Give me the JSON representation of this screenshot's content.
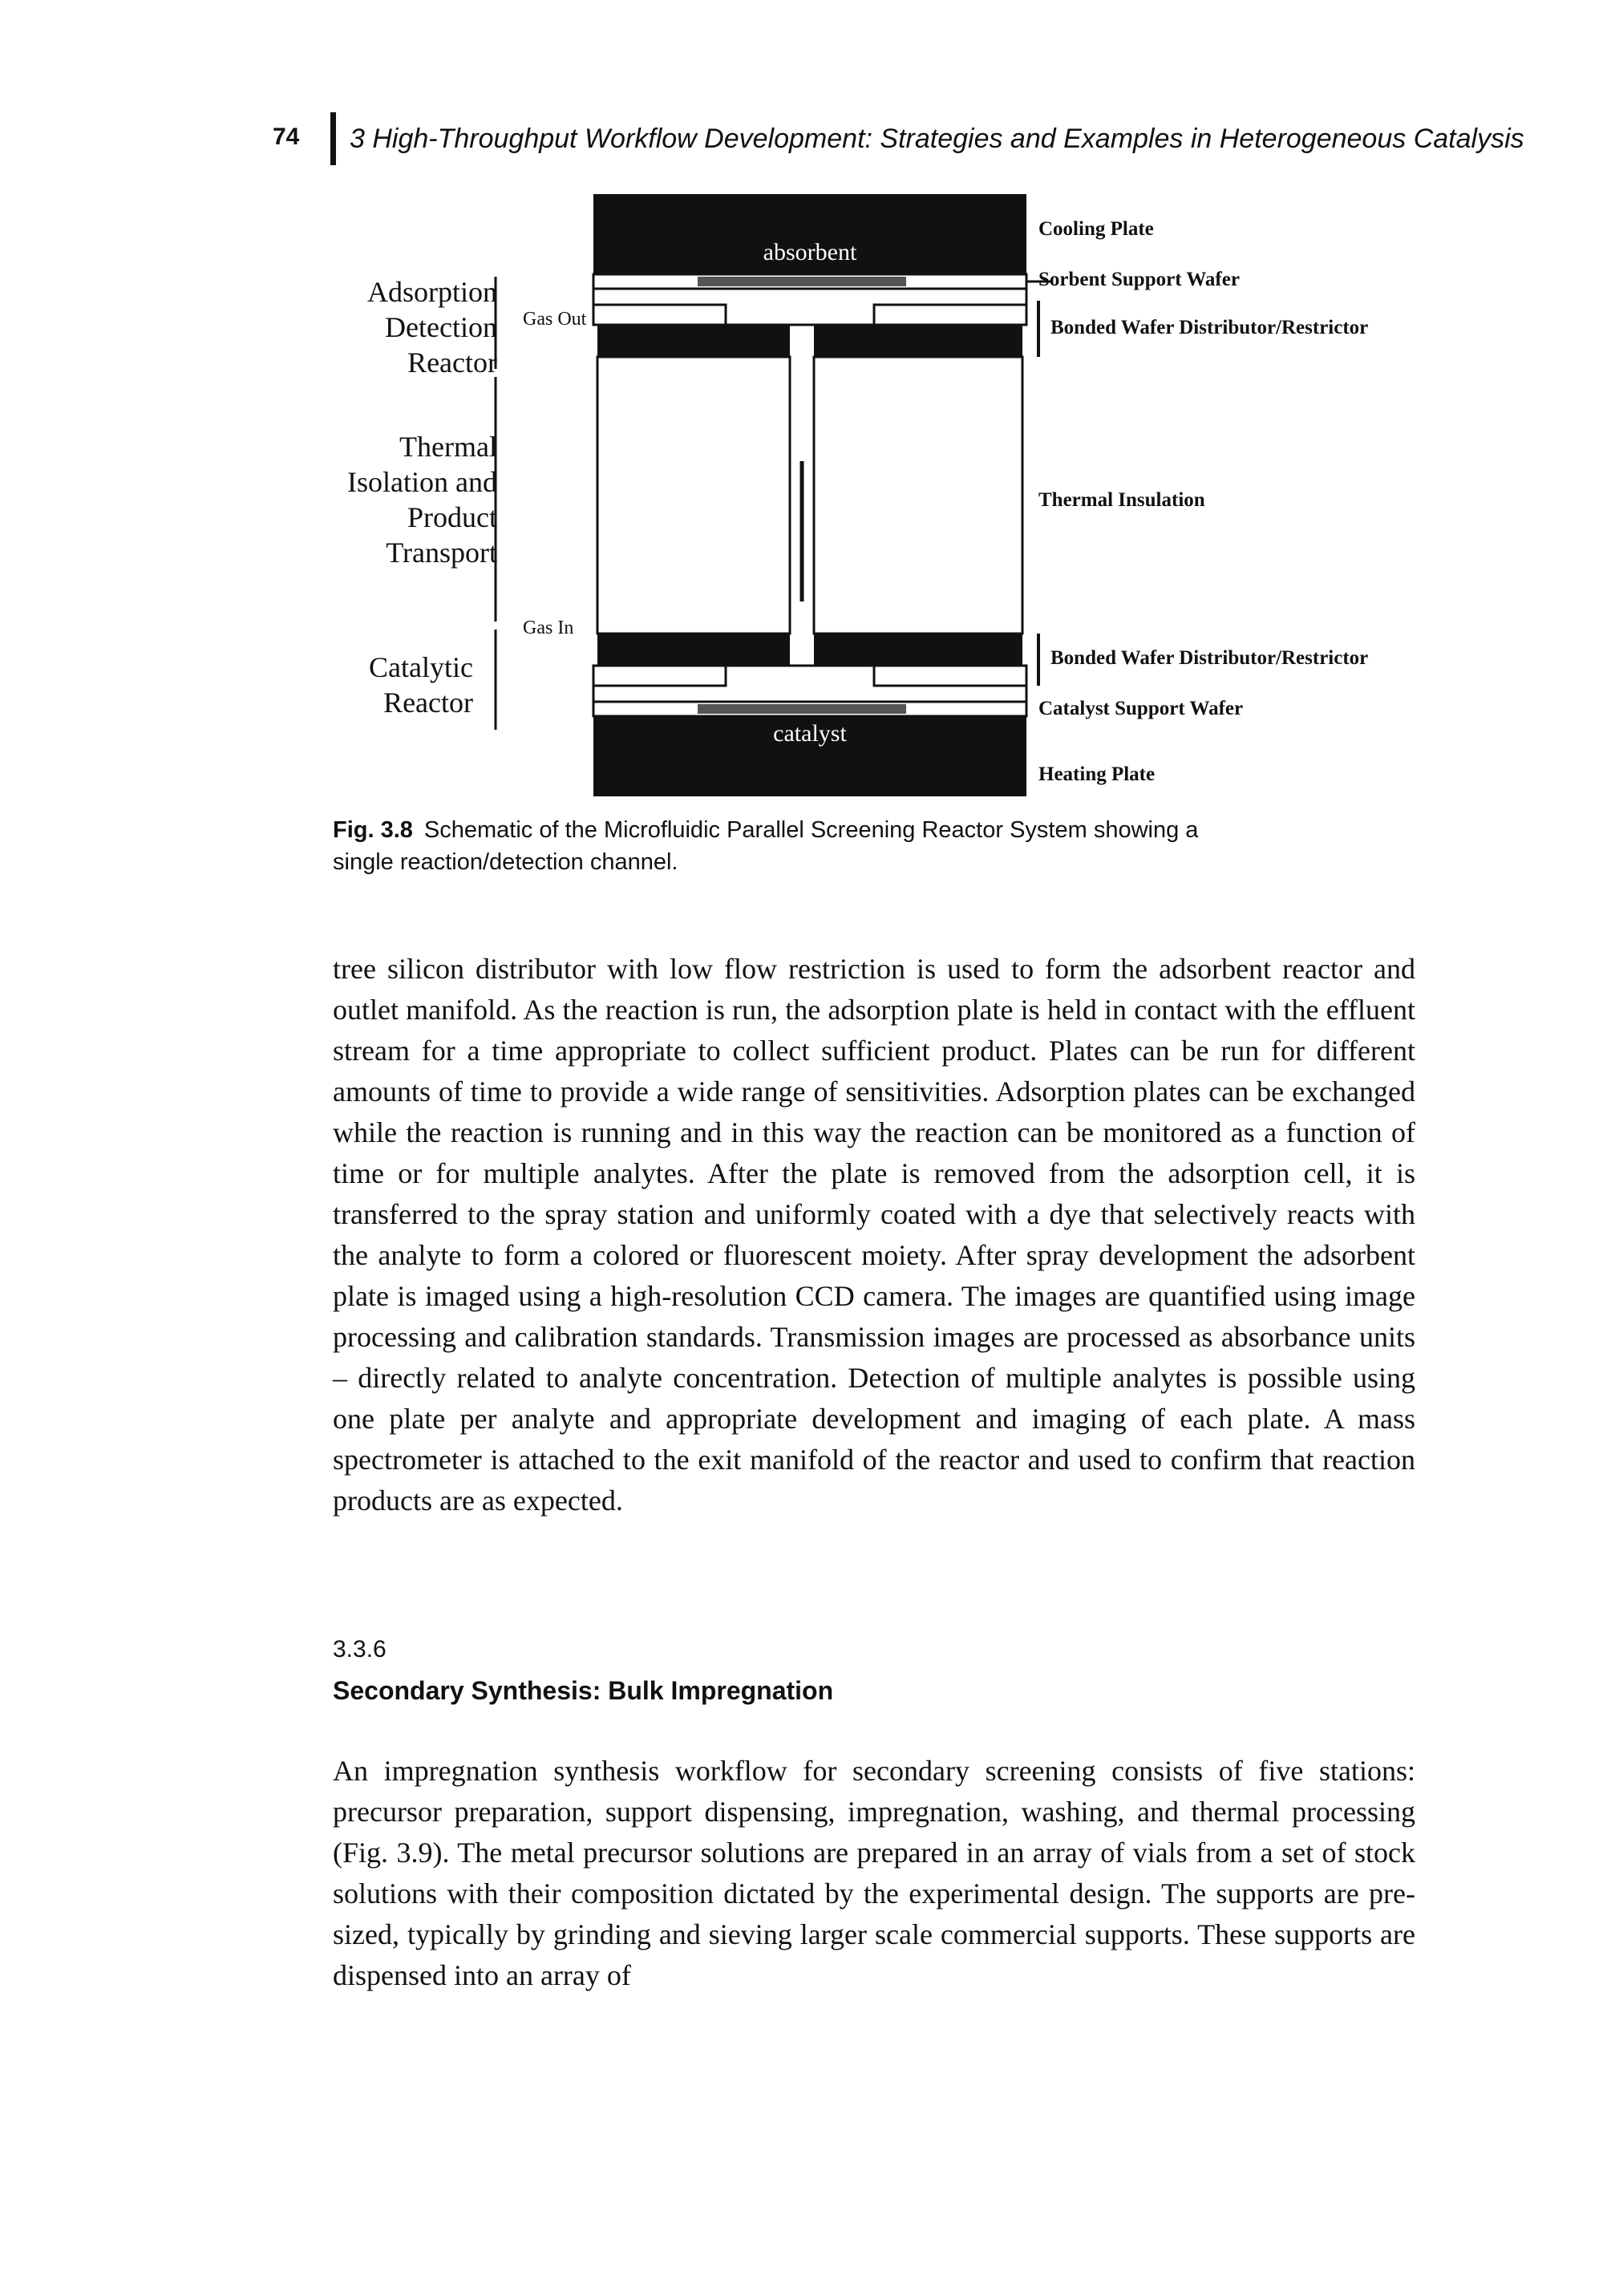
{
  "header": {
    "page_number": "74",
    "running_title": "3 High-Throughput Workflow Development: Strategies and Examples in Heterogeneous Catalysis"
  },
  "figure": {
    "left_labels": {
      "adsorption": "Adsorption Detection Reactor",
      "thermal": "Thermal Isolation and Product Transport",
      "catalytic": "Catalytic Reactor"
    },
    "right_labels": {
      "cooling_plate": "Cooling Plate",
      "sorbent_support": "Sorbent Support Wafer",
      "bonded_top": "Bonded Wafer Distributor/Restrictor",
      "thermal_insulation": "Thermal Insulation",
      "bonded_bottom": "Bonded Wafer Distributor/Restrictor",
      "catalyst_support": "Catalyst Support Wafer",
      "heating_plate": "Heating Plate"
    },
    "inner_labels": {
      "absorbent": "absorbent",
      "catalyst": "catalyst",
      "gas_out": "Gas Out",
      "gas_in": "Gas In"
    },
    "caption_tag": "Fig. 3.8",
    "caption_text": "Schematic of the Microfluidic Parallel Screening Reactor System showing a single reaction/detection channel."
  },
  "body": {
    "para1": "tree silicon distributor with low flow restriction is used to form the adsorbent reactor and outlet manifold. As the reaction is run, the adsorption plate is held in contact with the effluent stream for a time appropriate to collect sufficient product. Plates can be run for different amounts of time to provide a wide range of sensitivities. Adsorption plates can be exchanged while the reaction is running and in this way the reaction can be monitored as a function of time or for multiple analytes. After the plate is removed from the adsorption cell, it is transferred to the spray station and uniformly coated with a dye that selectively reacts with the analyte to form a colored or fluorescent moiety. After spray development the adsorbent plate is imaged using a high-resolution CCD camera. The images are quantified using image processing and calibration standards. Transmission images are processed as absorbance units – directly related to analyte concentration. Detection of multiple analytes is possible using one plate per analyte and appropriate development and imaging of each plate. A mass spectrometer is attached to the exit manifold of the reactor and used to confirm that reaction products are as expected.",
    "section_number": "3.3.6",
    "section_title": "Secondary Synthesis: Bulk Impregnation",
    "para2": "An impregnation synthesis workflow for secondary screening consists of five stations: precursor preparation, support dispensing, impregnation, washing, and thermal processing (Fig. 3.9). The metal precursor solutions are prepared in an array of vials from a set of stock solutions with their composition dictated by the experimental design. The supports are pre-sized, typically by grinding and sieving larger scale commercial supports. These supports are dispensed into an array of"
  }
}
